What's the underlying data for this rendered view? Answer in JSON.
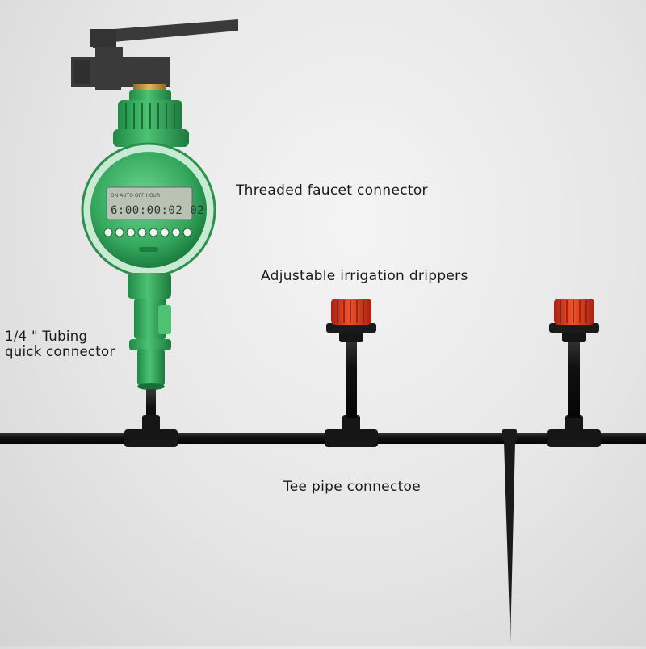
{
  "labels": {
    "faucet": "Threaded faucet connector",
    "drippers": "Adjustable irrigation drippers",
    "tubing_line1": "1/4  \" Tubing",
    "tubing_line2": "quick connector",
    "tee": "Tee pipe connectoe"
  },
  "timer_display": {
    "time": "6:00:00:02 02"
  },
  "colors": {
    "timer_green": "#2fa35a",
    "timer_green_light": "#5cc77e",
    "dripper_red": "#d83a1e",
    "tube_black": "#111111",
    "faucet_grey": "#3a3a3a",
    "brass": "#c99a3a"
  }
}
